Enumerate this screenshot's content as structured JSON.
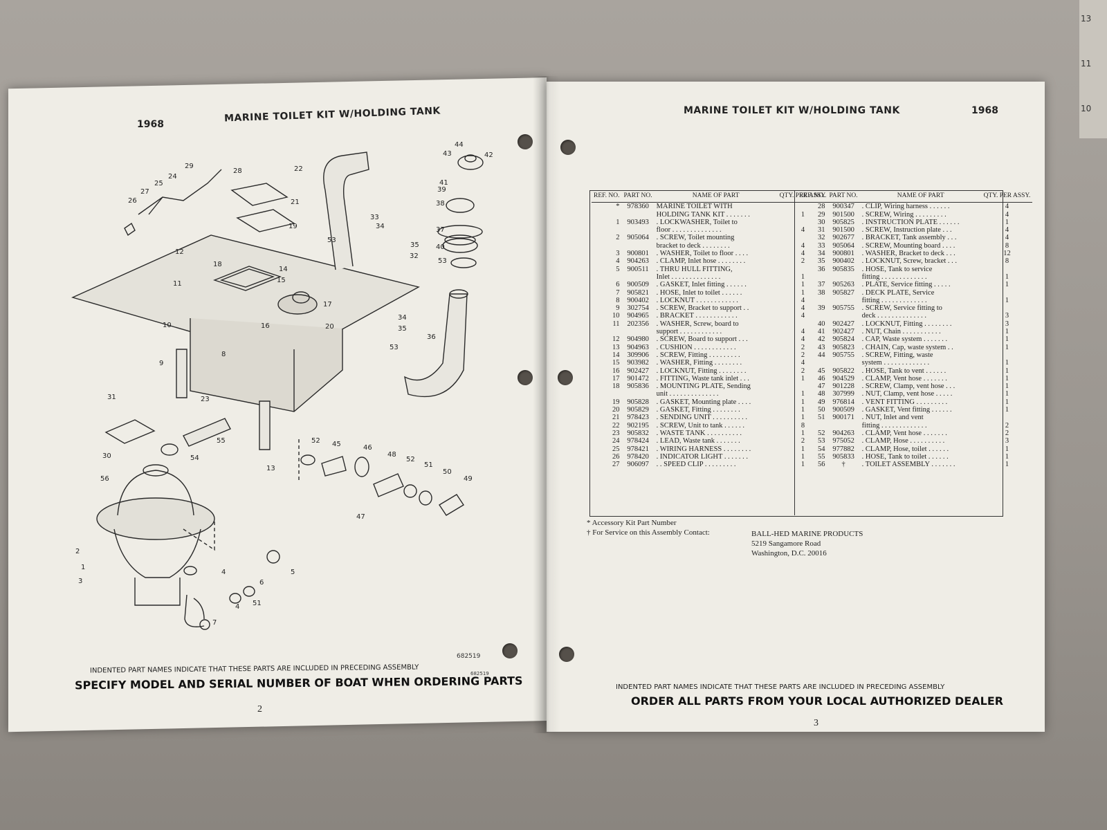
{
  "left_page": {
    "year": "1968",
    "title": "MARINE TOILET KIT W/HOLDING TANK",
    "figure_code_1": "682519",
    "figure_code_2": "682519",
    "indent_note": "INDENTED PART NAMES INDICATE THAT THESE PARTS ARE INCLUDED IN PRECEDING ASSEMBLY",
    "order_note": "SPECIFY MODEL AND SERIAL NUMBER OF BOAT WHEN ORDERING PARTS",
    "page_number": "2",
    "callouts": [
      "1",
      "2",
      "3",
      "4",
      "4",
      "5",
      "6",
      "7",
      "8",
      "9",
      "10",
      "11",
      "12",
      "13",
      "14",
      "15",
      "16",
      "17",
      "18",
      "19",
      "20",
      "21",
      "22",
      "23",
      "24",
      "25",
      "26",
      "27",
      "28",
      "29",
      "30",
      "31",
      "32",
      "33",
      "34",
      "34",
      "35",
      "35",
      "36",
      "37",
      "38",
      "39",
      "40",
      "41",
      "42",
      "43",
      "44",
      "45",
      "46",
      "47",
      "48",
      "49",
      "50",
      "51",
      "51",
      "52",
      "52",
      "53",
      "53",
      "53",
      "54",
      "55",
      "56"
    ]
  },
  "right_page": {
    "title": "MARINE TOILET KIT W/HOLDING TANK",
    "year": "1968",
    "table": {
      "headers": {
        "ref": "REF. NO.",
        "part": "PART NO.",
        "name": "NAME OF PART",
        "qty": "QTY. PER ASSY."
      },
      "left_rows": [
        {
          "ref": "*",
          "part": "978360",
          "name": "MARINE TOILET WITH",
          "qty": ""
        },
        {
          "ref": "",
          "part": "",
          "name": "HOLDING TANK KIT . . . . . . .",
          "qty": "1"
        },
        {
          "ref": "1",
          "part": "903493",
          "name": ". LOCKWASHER, Toilet to",
          "qty": ""
        },
        {
          "ref": "",
          "part": "",
          "name": "floor . . . . . . . . . . . . . .",
          "qty": "4"
        },
        {
          "ref": "2",
          "part": "905064",
          "name": ". SCREW, Toilet mounting",
          "qty": ""
        },
        {
          "ref": "",
          "part": "",
          "name": "bracket to deck . . . . . . . .",
          "qty": "4"
        },
        {
          "ref": "3",
          "part": "900801",
          "name": ". WASHER, Toilet to floor . . . .",
          "qty": "4"
        },
        {
          "ref": "4",
          "part": "904263",
          "name": ". CLAMP, Inlet hose . . . . . . . .",
          "qty": "2"
        },
        {
          "ref": "5",
          "part": "900511",
          "name": ". THRU HULL FITTING,",
          "qty": ""
        },
        {
          "ref": "",
          "part": "",
          "name": "Inlet . . . . . . . . . . . . . .",
          "qty": "1"
        },
        {
          "ref": "6",
          "part": "900509",
          "name": ". GASKET, Inlet fitting . . . . . .",
          "qty": "1"
        },
        {
          "ref": "7",
          "part": "905821",
          "name": ". HOSE, Inlet to toilet . . . . . .",
          "qty": "1"
        },
        {
          "ref": "8",
          "part": "900402",
          "name": ". LOCKNUT . . . . . . . . . . . .",
          "qty": "4"
        },
        {
          "ref": "9",
          "part": "302754",
          "name": ". SCREW, Bracket to support . .",
          "qty": "4"
        },
        {
          "ref": "10",
          "part": "904965",
          "name": ". BRACKET . . . . . . . . . . . .",
          "qty": "4"
        },
        {
          "ref": "11",
          "part": "202356",
          "name": ". WASHER, Screw, board to",
          "qty": ""
        },
        {
          "ref": "",
          "part": "",
          "name": "support . . . . . . . . . . . .",
          "qty": "4"
        },
        {
          "ref": "12",
          "part": "904980",
          "name": ". SCREW, Board to support . . .",
          "qty": "4"
        },
        {
          "ref": "13",
          "part": "904963",
          "name": ". CUSHION . . . . . . . . . . . .",
          "qty": "2"
        },
        {
          "ref": "14",
          "part": "309906",
          "name": ". SCREW, Fitting . . . . . . . . .",
          "qty": "2"
        },
        {
          "ref": "15",
          "part": "903982",
          "name": ". WASHER, Fitting . . . . . . . .",
          "qty": "4"
        },
        {
          "ref": "16",
          "part": "902427",
          "name": ". LOCKNUT, Fitting . . . . . . . .",
          "qty": "2"
        },
        {
          "ref": "17",
          "part": "901472",
          "name": ". FITTING, Waste tank inlet . . .",
          "qty": "1"
        },
        {
          "ref": "18",
          "part": "905836",
          "name": ". MOUNTING PLATE, Sending",
          "qty": ""
        },
        {
          "ref": "",
          "part": "",
          "name": "unit . . . . . . . . . . . . . .",
          "qty": "1"
        },
        {
          "ref": "19",
          "part": "905828",
          "name": ". GASKET, Mounting plate . . . .",
          "qty": "1"
        },
        {
          "ref": "20",
          "part": "905829",
          "name": ". GASKET, Fitting . . . . . . . .",
          "qty": "1"
        },
        {
          "ref": "21",
          "part": "978423",
          "name": ". SENDING UNIT . . . . . . . . . .",
          "qty": "1"
        },
        {
          "ref": "22",
          "part": "902195",
          "name": ". SCREW, Unit to tank . . . . . .",
          "qty": "8"
        },
        {
          "ref": "23",
          "part": "905832",
          "name": ". WASTE TANK . . . . . . . . . .",
          "qty": "1"
        },
        {
          "ref": "24",
          "part": "978424",
          "name": ". LEAD, Waste tank . . . . . . .",
          "qty": "2"
        },
        {
          "ref": "25",
          "part": "978421",
          "name": ". WIRING HARNESS . . . . . . . .",
          "qty": "1"
        },
        {
          "ref": "26",
          "part": "978420",
          "name": ". INDICATOR LIGHT . . . . . . .",
          "qty": "1"
        },
        {
          "ref": "27",
          "part": "906097",
          "name": ". . SPEED CLIP . . . . . . . . .",
          "qty": "1"
        }
      ],
      "right_rows": [
        {
          "ref": "28",
          "part": "900347",
          "name": ". CLIP, Wiring harness . . . . . .",
          "qty": "4"
        },
        {
          "ref": "29",
          "part": "901500",
          "name": ". SCREW, Wiring . . . . . . . . .",
          "qty": "4"
        },
        {
          "ref": "30",
          "part": "905825",
          "name": ". INSTRUCTION PLATE . . . . . .",
          "qty": "1"
        },
        {
          "ref": "31",
          "part": "901500",
          "name": ". SCREW, Instruction plate . . .",
          "qty": "4"
        },
        {
          "ref": "32",
          "part": "902677",
          "name": ". BRACKET, Tank assembly . . .",
          "qty": "4"
        },
        {
          "ref": "33",
          "part": "905064",
          "name": ". SCREW, Mounting board . . . .",
          "qty": "8"
        },
        {
          "ref": "34",
          "part": "900801",
          "name": ". WASHER, Bracket to deck . . .",
          "qty": "12"
        },
        {
          "ref": "35",
          "part": "900402",
          "name": ". LOCKNUT, Screw, bracket . . .",
          "qty": "8"
        },
        {
          "ref": "36",
          "part": "905835",
          "name": ". HOSE, Tank to service",
          "qty": ""
        },
        {
          "ref": "",
          "part": "",
          "name": "fitting . . . . . . . . . . . . .",
          "qty": "1"
        },
        {
          "ref": "37",
          "part": "905263",
          "name": ". PLATE, Service fitting . . . . .",
          "qty": "1"
        },
        {
          "ref": "38",
          "part": "905827",
          "name": ". DECK PLATE, Service",
          "qty": ""
        },
        {
          "ref": "",
          "part": "",
          "name": "fitting . . . . . . . . . . . . .",
          "qty": "1"
        },
        {
          "ref": "39",
          "part": "905755",
          "name": ". SCREW, Service fitting to",
          "qty": ""
        },
        {
          "ref": "",
          "part": "",
          "name": "deck . . . . . . . . . . . . . .",
          "qty": "3"
        },
        {
          "ref": "40",
          "part": "902427",
          "name": ". LOCKNUT, Fitting . . . . . . . .",
          "qty": "3"
        },
        {
          "ref": "41",
          "part": "902427",
          "name": ". NUT, Chain . . . . . . . . . . .",
          "qty": "1"
        },
        {
          "ref": "42",
          "part": "905824",
          "name": ". CAP, Waste system . . . . . . .",
          "qty": "1"
        },
        {
          "ref": "43",
          "part": "905823",
          "name": ". CHAIN, Cap, waste system . .",
          "qty": "1"
        },
        {
          "ref": "44",
          "part": "905755",
          "name": ". SCREW, Fitting, waste",
          "qty": ""
        },
        {
          "ref": "",
          "part": "",
          "name": "system . . . . . . . . . . . . .",
          "qty": "1"
        },
        {
          "ref": "45",
          "part": "905822",
          "name": ". HOSE, Tank to vent . . . . . .",
          "qty": "1"
        },
        {
          "ref": "46",
          "part": "904529",
          "name": ". CLAMP, Vent hose . . . . . . .",
          "qty": "1"
        },
        {
          "ref": "47",
          "part": "901228",
          "name": ". SCREW, Clamp, vent hose . . .",
          "qty": "1"
        },
        {
          "ref": "48",
          "part": "307999",
          "name": ". NUT, Clamp, vent hose . . . . .",
          "qty": "1"
        },
        {
          "ref": "49",
          "part": "976814",
          "name": ". VENT FITTING . . . . . . . . .",
          "qty": "1"
        },
        {
          "ref": "50",
          "part": "900509",
          "name": ". GASKET, Vent fitting . . . . . .",
          "qty": "1"
        },
        {
          "ref": "51",
          "part": "900171",
          "name": ". NUT, Inlet and vent",
          "qty": ""
        },
        {
          "ref": "",
          "part": "",
          "name": "fitting . . . . . . . . . . . . .",
          "qty": "2"
        },
        {
          "ref": "52",
          "part": "904263",
          "name": ". CLAMP, Vent hose . . . . . . .",
          "qty": "2"
        },
        {
          "ref": "53",
          "part": "975052",
          "name": ". CLAMP, Hose . . . . . . . . . .",
          "qty": "3"
        },
        {
          "ref": "54",
          "part": "977882",
          "name": ". CLAMP, Hose, toilet . . . . . .",
          "qty": "1"
        },
        {
          "ref": "55",
          "part": "905833",
          "name": ". HOSE, Tank to toilet . . . . . .",
          "qty": "1"
        },
        {
          "ref": "56",
          "part": "†",
          "name": ". TOILET ASSEMBLY . . . . . . .",
          "qty": "1"
        }
      ]
    },
    "footnote_star": "* Accessory Kit Part Number",
    "footnote_dagger": "† For Service on this Assembly Contact:",
    "contact_name": "BALL-HED MARINE PRODUCTS",
    "contact_street": "5219 Sangamore Road",
    "contact_city": "Washington, D.C. 20016",
    "indent_note": "INDENTED PART NAMES INDICATE THAT THESE PARTS ARE INCLUDED IN PRECEDING ASSEMBLY",
    "order_note": "ORDER ALL PARTS FROM YOUR LOCAL AUTHORIZED DEALER",
    "page_number": "3"
  },
  "ruler": {
    "ticks": [
      "13",
      "11",
      "10"
    ]
  }
}
